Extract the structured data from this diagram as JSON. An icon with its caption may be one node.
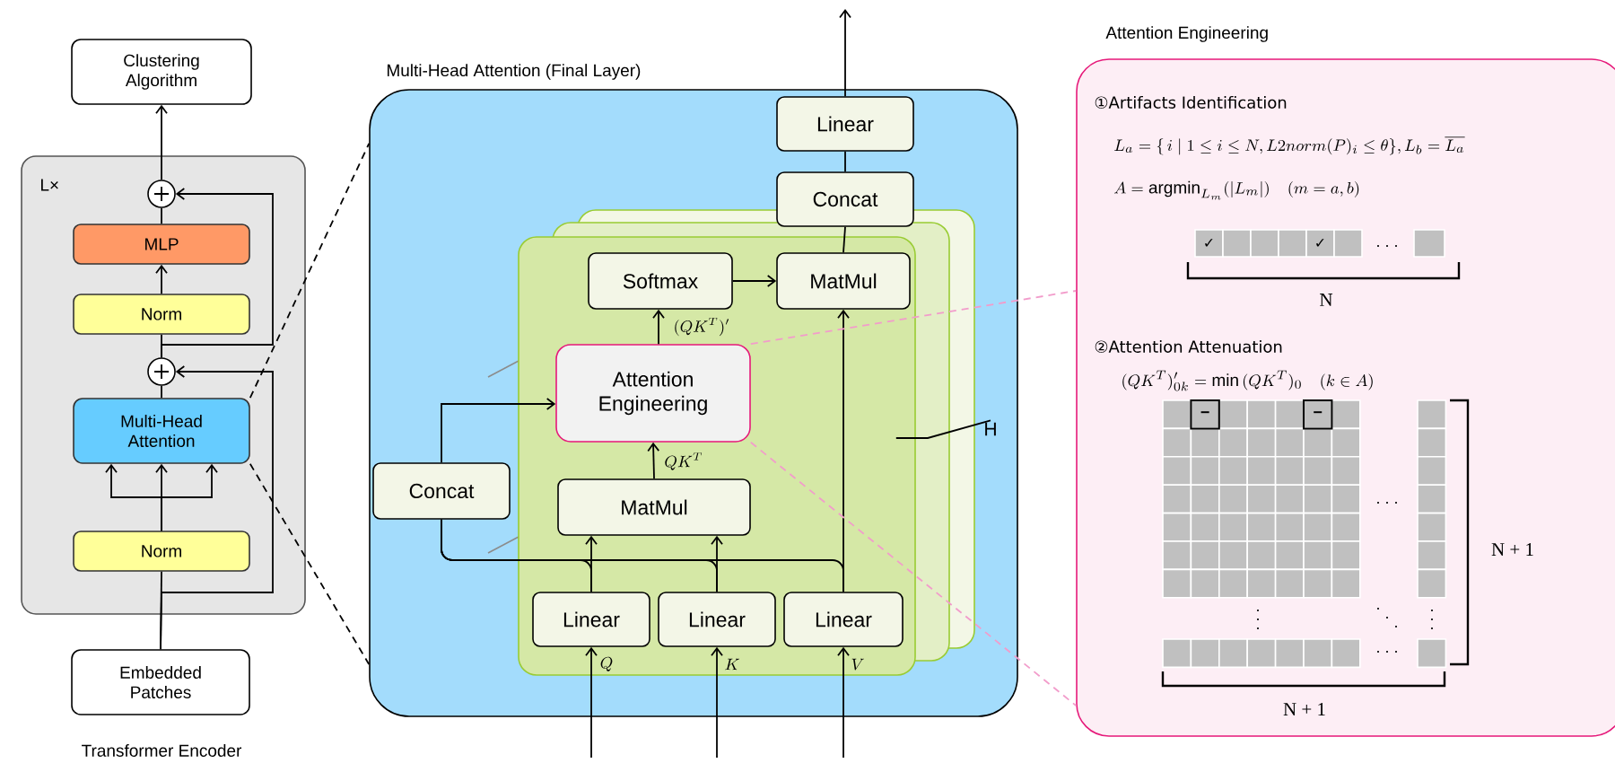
{
  "diagram": {
    "nodes": [
      {
        "text": [
          "L×"
        ]
      },
      {
        "text": [
          "Clustering Algorithm"
        ]
      },
      {
        "text": [],
        "shape": "circle",
        "in": 0
      },
      {
        "text": [
          "MLP"
        ],
        "in": 0
      },
      {
        "text": [
          "Norm"
        ],
        "in": 0
      },
      {
        "text": [],
        "shape": "circle",
        "in": 0
      },
      {
        "text": [
          "Multi-Head Attention"
        ],
        "in": 0
      },
      {
        "text": [
          "Norm"
        ],
        "in": 0
      },
      {
        "text": [
          "Embedded Patches"
        ]
      },
      {
        "text": [
          "Multi-Head Attention (Final Layer)"
        ]
      },
      {
        "text": [],
        "shape": "box",
        "in": 9
      },
      {
        "text": [
          "Linear"
        ],
        "in": 9
      },
      {
        "text": [
          "Concat"
        ],
        "in": 9
      },
      {
        "text": [
          "Softmax"
        ],
        "in": 10
      },
      {
        "text": [
          "MatMul"
        ],
        "in": 10
      },
      {
        "text": [
          "Attention Engineering"
        ],
        "in": 10
      },
      {
        "text": [
          "MatMul"
        ],
        "in": 10
      },
      {
        "text": [
          "Concat"
        ],
        "in": 9
      },
      {
        "text": [
          "Linear"
        ],
        "in": 10
      },
      {
        "text": [
          "Linear"
        ],
        "in": 10
      },
      {
        "text": [
          "Linear"
        ],
        "in": 10
      },
      {
        "text": [
          "Attention Engineering"
        ]
      },
      {
        "text": [
          "H"
        ],
        "in": 9
      }
    ],
    "edges": [
      {
        "from": 8,
        "to": 7,
        "arrow": "none"
      },
      {
        "from": 8,
        "to": 5,
        "arrow": "to"
      },
      {
        "from": 7,
        "to": 6,
        "arrow": "to"
      },
      {
        "from": 7,
        "to": 6,
        "arrow": "to"
      },
      {
        "from": 7,
        "to": 6,
        "arrow": "to"
      },
      {
        "from": 6,
        "to": 5,
        "arrow": "none"
      },
      {
        "from": 5,
        "to": 4,
        "arrow": "none"
      },
      {
        "from": 5,
        "to": 2,
        "arrow": "to"
      },
      {
        "from": 4,
        "to": 3,
        "arrow": "to"
      },
      {
        "from": 3,
        "to": 2,
        "arrow": "none"
      },
      {
        "from": 2,
        "to": 1,
        "arrow": "to"
      },
      {
        "from": null,
        "to": 18,
        "arrow": "to",
        "label": "Q"
      },
      {
        "from": null,
        "to": 19,
        "arrow": "to",
        "label": "K"
      },
      {
        "from": null,
        "to": 20,
        "arrow": "to",
        "label": "V"
      },
      {
        "from": 18,
        "to": 16,
        "arrow": "to"
      },
      {
        "from": 19,
        "to": 16,
        "arrow": "to"
      },
      {
        "from": 20,
        "to": 14,
        "arrow": "to"
      },
      {
        "from": 18,
        "to": 17,
        "arrow": "none"
      },
      {
        "from": 19,
        "to": 17,
        "arrow": "none"
      },
      {
        "from": 20,
        "to": 17,
        "arrow": "none"
      },
      {
        "from": 17,
        "to": 15,
        "arrow": "to"
      },
      {
        "from": 16,
        "to": 15,
        "arrow": "to",
        "label": "QK^T"
      },
      {
        "from": 15,
        "to": 13,
        "arrow": "to",
        "label": "(QK^T)'"
      },
      {
        "from": 13,
        "to": 14,
        "arrow": "to"
      },
      {
        "from": 14,
        "to": 12,
        "arrow": "none"
      },
      {
        "from": 12,
        "to": 11,
        "arrow": "none"
      },
      {
        "from": 11,
        "to": null,
        "arrow": "to"
      },
      {
        "from": 22,
        "to": 10,
        "arrow": "none"
      },
      {
        "from": 6,
        "to": 9,
        "arrow": "none",
        "style": "dashed"
      },
      {
        "from": 6,
        "to": 9,
        "arrow": "none",
        "style": "dashed"
      },
      {
        "from": 15,
        "to": 21,
        "arrow": "none",
        "style": "dashed",
        "color": "#f29ccb"
      },
      {
        "from": 15,
        "to": 21,
        "arrow": "none",
        "style": "dashed",
        "color": "#f29ccb"
      }
    ],
    "labels": [
      "①Artifacts Identification",
      "L_a = \\{\\, i \\mid 1 \\le i \\le N, L2norm(P)_i \\le \\theta \\}, L_b = \\overline{L_a}",
      "A = \\mathrm{argmin}_{L_m}(|L_m|) \\quad (m = a, b)",
      "✓",
      "✓",
      "N",
      "②Attention Attenuation",
      "(QK^T)'_{0k} = \\min\\,(QK^T)_0 \\quad (k \\in A)",
      "−",
      "−",
      "N + 1",
      "N + 1",
      "Transformer Encoder"
    ]
  }
}
